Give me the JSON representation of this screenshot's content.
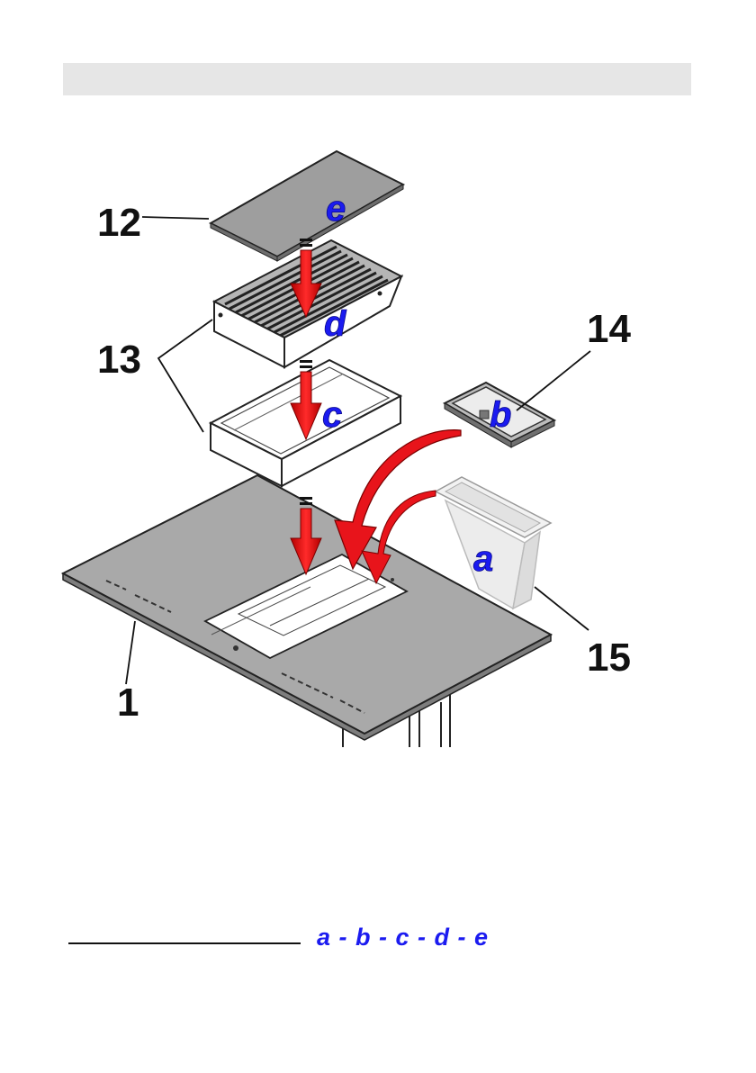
{
  "header": {
    "title": ""
  },
  "callouts": {
    "hob": "1",
    "glass_cover": "12",
    "filter_set": "13",
    "container_lid": "14",
    "container": "15"
  },
  "steps": {
    "a": "a",
    "b": "b",
    "c": "c",
    "d": "d",
    "e": "e"
  },
  "sequence": "a - b - c - d - e",
  "colors": {
    "arrow": "#e8141b",
    "step_letter": "#1b1bf0",
    "part_fill": "#a9a9a9",
    "header_bar": "#e6e6e6"
  }
}
